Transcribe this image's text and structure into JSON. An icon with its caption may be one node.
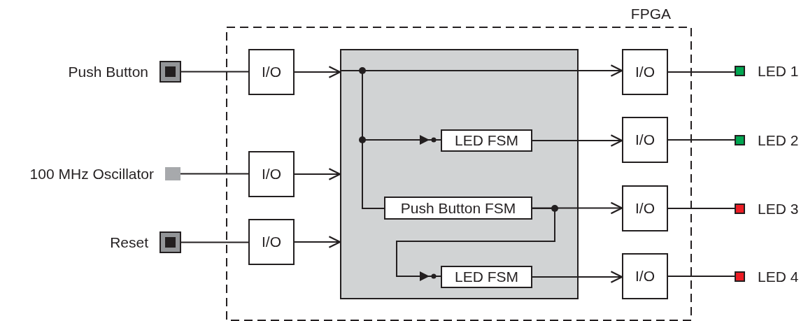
{
  "diagram": {
    "nodes": [
      {
        "text": [
          "FPGA"
        ]
      },
      {
        "text": [],
        "shape": "box",
        "beside": [
          "Push Button"
        ]
      },
      {
        "text": [],
        "shape": "box",
        "beside": [
          "100 MHz Oscillator"
        ]
      },
      {
        "text": [],
        "shape": "box",
        "beside": [
          "Reset"
        ]
      },
      {
        "text": [
          "I/O"
        ],
        "in": 0
      },
      {
        "text": [
          "I/O"
        ],
        "in": 0
      },
      {
        "text": [
          "I/O"
        ],
        "in": 0
      },
      {
        "text": [],
        "shape": "box",
        "in": 0
      },
      {
        "text": [
          "LED FSM"
        ],
        "in": 7
      },
      {
        "text": [
          "Push Button FSM"
        ],
        "in": 7
      },
      {
        "text": [
          "LED FSM"
        ],
        "in": 7
      },
      {
        "text": [
          "I/O"
        ],
        "in": 0
      },
      {
        "text": [
          "I/O"
        ],
        "in": 0
      },
      {
        "text": [
          "I/O"
        ],
        "in": 0
      },
      {
        "text": [
          "I/O"
        ],
        "in": 0
      },
      {
        "text": [],
        "shape": "box",
        "beside": [
          "LED 1"
        ]
      },
      {
        "text": [],
        "shape": "box",
        "beside": [
          "LED 2"
        ]
      },
      {
        "text": [],
        "shape": "box",
        "beside": [
          "LED 3"
        ]
      },
      {
        "text": [],
        "shape": "box",
        "beside": [
          "LED 4"
        ]
      }
    ],
    "edges": [
      {
        "from": 1,
        "to": 4,
        "arrow": "none"
      },
      {
        "from": 2,
        "to": 5,
        "arrow": "none"
      },
      {
        "from": 3,
        "to": 6,
        "arrow": "none"
      },
      {
        "from": 4,
        "to": 7,
        "arrow": "to"
      },
      {
        "from": 5,
        "to": 7,
        "arrow": "to"
      },
      {
        "from": 6,
        "to": 7,
        "arrow": "to"
      },
      {
        "from": 7,
        "to": 11,
        "arrow": "to"
      },
      {
        "from": 7,
        "to": 8,
        "arrow": "to"
      },
      {
        "from": 7,
        "to": 9,
        "arrow": "none"
      },
      {
        "from": 8,
        "to": 12,
        "arrow": "to"
      },
      {
        "from": 9,
        "to": 13,
        "arrow": "to"
      },
      {
        "from": 9,
        "to": 10,
        "arrow": "to"
      },
      {
        "from": 10,
        "to": 14,
        "arrow": "to"
      },
      {
        "from": 11,
        "to": 15,
        "arrow": "none"
      },
      {
        "from": 12,
        "to": 16,
        "arrow": "none"
      },
      {
        "from": 13,
        "to": 17,
        "arrow": "none"
      },
      {
        "from": 14,
        "to": 18,
        "arrow": "none"
      }
    ]
  }
}
